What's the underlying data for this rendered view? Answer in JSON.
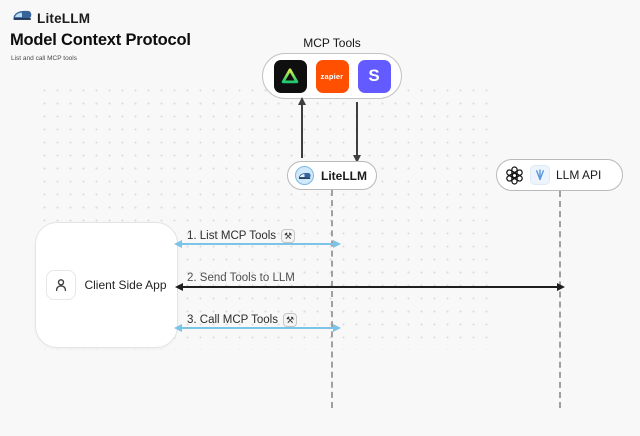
{
  "header": {
    "brand": "LiteLLM"
  },
  "title": "Model Context Protocol",
  "subtitle": "List and call MCP tools",
  "mcp_tools": {
    "label": "MCP Tools",
    "tools": [
      {
        "name": "triangle-tool",
        "text": ""
      },
      {
        "name": "zapier",
        "text": "zapier"
      },
      {
        "name": "stripe",
        "text": "S"
      }
    ]
  },
  "nodes": {
    "litellm": {
      "label": "LiteLLM"
    },
    "llm_api": {
      "label": "LLM API"
    },
    "client": {
      "label": "Client Side App"
    }
  },
  "flows": [
    {
      "label": "1. List MCP Tools",
      "has_tool_icon": true
    },
    {
      "label": "2. Send Tools to LLM",
      "has_tool_icon": false
    },
    {
      "label": "3. Call MCP Tools",
      "has_tool_icon": true
    }
  ],
  "icons": {
    "tools_glyph": "⚒"
  },
  "colors": {
    "background": "#f8f8f8",
    "flow_blue": "#7cc3e8",
    "flow_dark": "#1f1f1f",
    "lifeline_gray": "#a0a0a0",
    "zapier_orange": "#ff4f00",
    "stripe_purple": "#635bff",
    "triangle_green": "#22c55e",
    "tile_black": "#0f0f0f"
  }
}
